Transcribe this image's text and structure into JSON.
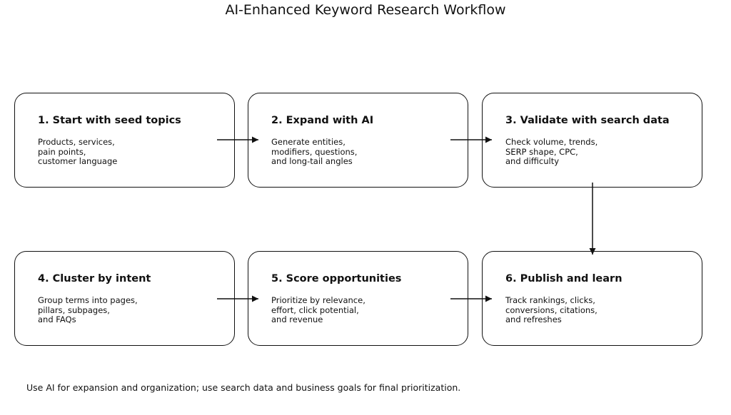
{
  "title": "AI-Enhanced Keyword Research Workflow",
  "boxes": [
    {
      "title": "1. Start with seed topics",
      "lines": [
        "Products, services,",
        "pain points,",
        "customer language"
      ]
    },
    {
      "title": "2. Expand with AI",
      "lines": [
        "Generate entities,",
        "modifiers, questions,",
        "and long-tail angles"
      ]
    },
    {
      "title": "3. Validate with search data",
      "lines": [
        "Check volume, trends,",
        "SERP shape, CPC,",
        "and difficulty"
      ]
    },
    {
      "title": "4. Cluster by intent",
      "lines": [
        "Group terms into pages,",
        "pillars, subpages,",
        "and FAQs"
      ]
    },
    {
      "title": "5. Score opportunities",
      "lines": [
        "Prioritize by relevance,",
        "effort, click potential,",
        "and revenue"
      ]
    },
    {
      "title": "6. Publish and learn",
      "lines": [
        "Track rankings, clicks,",
        "conversions, citations,",
        "and refreshes"
      ]
    }
  ],
  "connections": [
    "1→2",
    "2→3",
    "3→6",
    "4→5",
    "5→6"
  ],
  "footer": "Use AI for expansion and organization; use search data and business goals for final prioritization.",
  "colors": {
    "text": "#111111",
    "border": "#111111",
    "background": "#ffffff"
  }
}
